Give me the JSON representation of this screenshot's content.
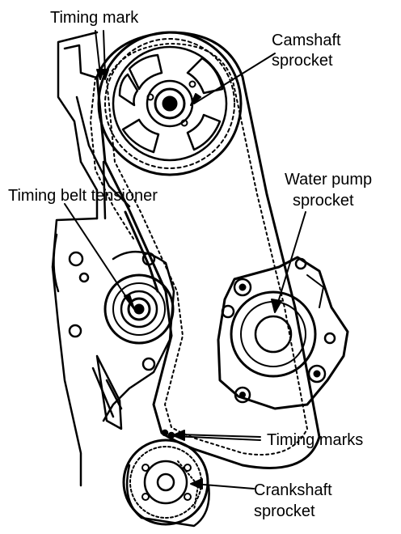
{
  "labels": {
    "timing_mark": "Timing mark",
    "camshaft_line1": "Camshaft",
    "camshaft_line2": "sprocket",
    "tensioner": "Timing belt tensioner",
    "water_pump_line1": "Water pump",
    "water_pump_line2": "sprocket",
    "timing_marks": "Timing marks",
    "crankshaft_line1": "Crankshaft",
    "crankshaft_line2": "sprocket"
  },
  "colors": {
    "ink": "#000000",
    "background": "#ffffff"
  }
}
